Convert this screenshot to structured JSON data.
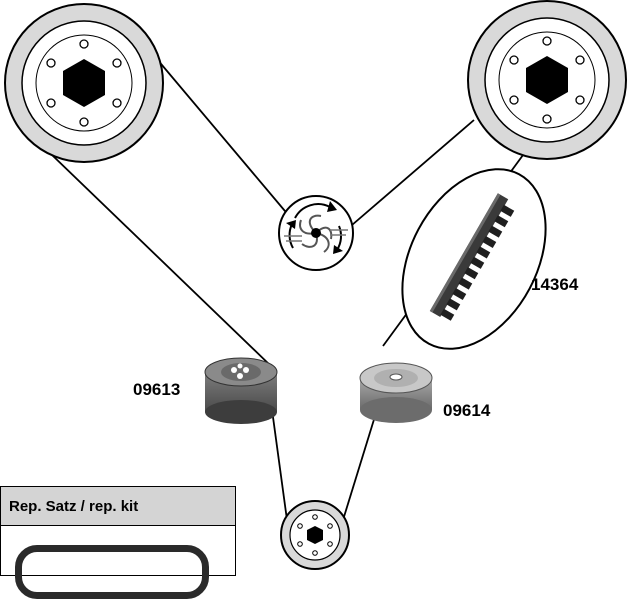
{
  "parts": {
    "timing_belt": "14364",
    "tensioner_left": "09613",
    "tensioner_right": "09614"
  },
  "kit": {
    "title": "Rep. Satz / rep. kit"
  },
  "icons": {
    "pulley": "crankshaft-sprocket-icon",
    "water_pump": "water-pump-icon"
  },
  "colors": {
    "pulley_fill": "#d9d9d9",
    "dark": "#1a1a1a",
    "kit_header_bg": "#d4d4d4"
  }
}
